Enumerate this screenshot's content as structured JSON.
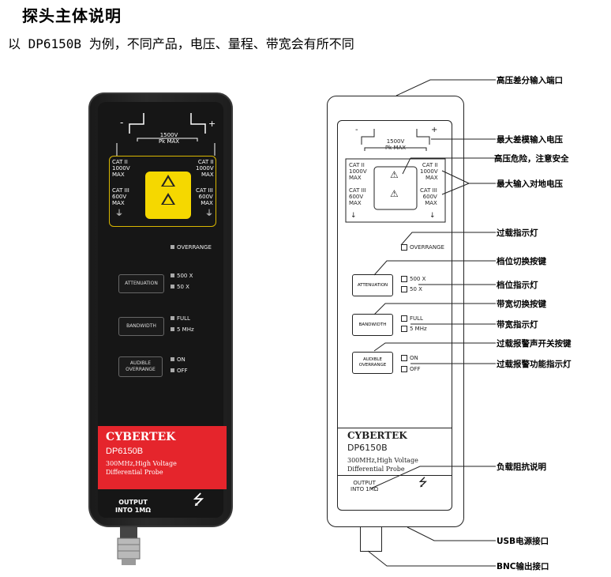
{
  "heading": "探头主体说明",
  "subtitle": "以 DP6150B 为例，不同产品，电压、量程、带宽会有所不同",
  "probe": {
    "polarity_minus": "-",
    "polarity_plus": "+",
    "pk_max": "1500V\nPk MAX",
    "cat2_left": "CAT II\n1000V\nMAX",
    "cat3_left": "CAT III\n600V\nMAX",
    "cat2_right": "CAT II\n1000V\nMAX",
    "cat3_right": "CAT III\n600V\nMAX",
    "overrange": "OVERRANGE",
    "attenuation": "ATTENUATION",
    "att_500": "500 X",
    "att_50": "50 X",
    "bandwidth": "BANDWIDTH",
    "bw_full": "FULL",
    "bw_5": "5 MHz",
    "audible": "AUDIBLE\nOVERRANGE",
    "on": "ON",
    "off": "OFF",
    "brand": "CYBERTEK",
    "model": "DP6150B",
    "desc": "300MHz,High Voltage\nDifferential Probe",
    "output": "OUTPUT\nINTO 1MΩ"
  },
  "callouts": [
    "高压差分输入端口",
    "最大差模输入电压",
    "高压危险，注意安全",
    "最大输入对地电压",
    "过载指示灯",
    "档位切换按键",
    "档位指示灯",
    "带宽切换按键",
    "带宽指示灯",
    "过载报警声开关按键",
    "过载报警功能指示灯",
    "负载阻抗说明",
    "USB电源接口",
    "BNC输出接口"
  ],
  "colors": {
    "accent_red": "#e5252c",
    "warning_yellow": "#f5d800"
  },
  "icons": [
    "warning-icon",
    "usb-icon",
    "ground-icon"
  ]
}
